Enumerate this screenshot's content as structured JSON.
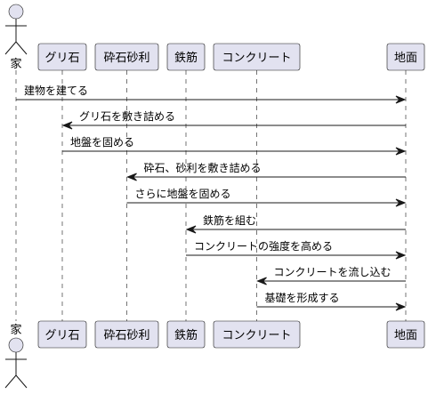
{
  "participants": [
    {
      "id": "house",
      "label": "家",
      "kind": "actor"
    },
    {
      "id": "gravel",
      "label": "グリ石",
      "kind": "participant"
    },
    {
      "id": "crushed",
      "label": "砕石砂利",
      "kind": "participant"
    },
    {
      "id": "rebar",
      "label": "鉄筋",
      "kind": "participant"
    },
    {
      "id": "concrete",
      "label": "コンクリート",
      "kind": "participant"
    },
    {
      "id": "ground",
      "label": "地面",
      "kind": "participant"
    }
  ],
  "messages": [
    {
      "from": "house",
      "to": "ground",
      "text": "建物を建てる"
    },
    {
      "from": "ground",
      "to": "gravel",
      "text": "グリ石を敷き詰める"
    },
    {
      "from": "gravel",
      "to": "ground",
      "text": "地盤を固める"
    },
    {
      "from": "ground",
      "to": "crushed",
      "text": "砕石、砂利を敷き詰める"
    },
    {
      "from": "crushed",
      "to": "ground",
      "text": "さらに地盤を固める"
    },
    {
      "from": "ground",
      "to": "rebar",
      "text": "鉄筋を組む"
    },
    {
      "from": "rebar",
      "to": "ground",
      "text": "コンクリートの強度を高める"
    },
    {
      "from": "ground",
      "to": "concrete",
      "text": "コンクリートを流し込む"
    },
    {
      "from": "concrete",
      "to": "ground",
      "text": "基礎を形成する"
    }
  ]
}
